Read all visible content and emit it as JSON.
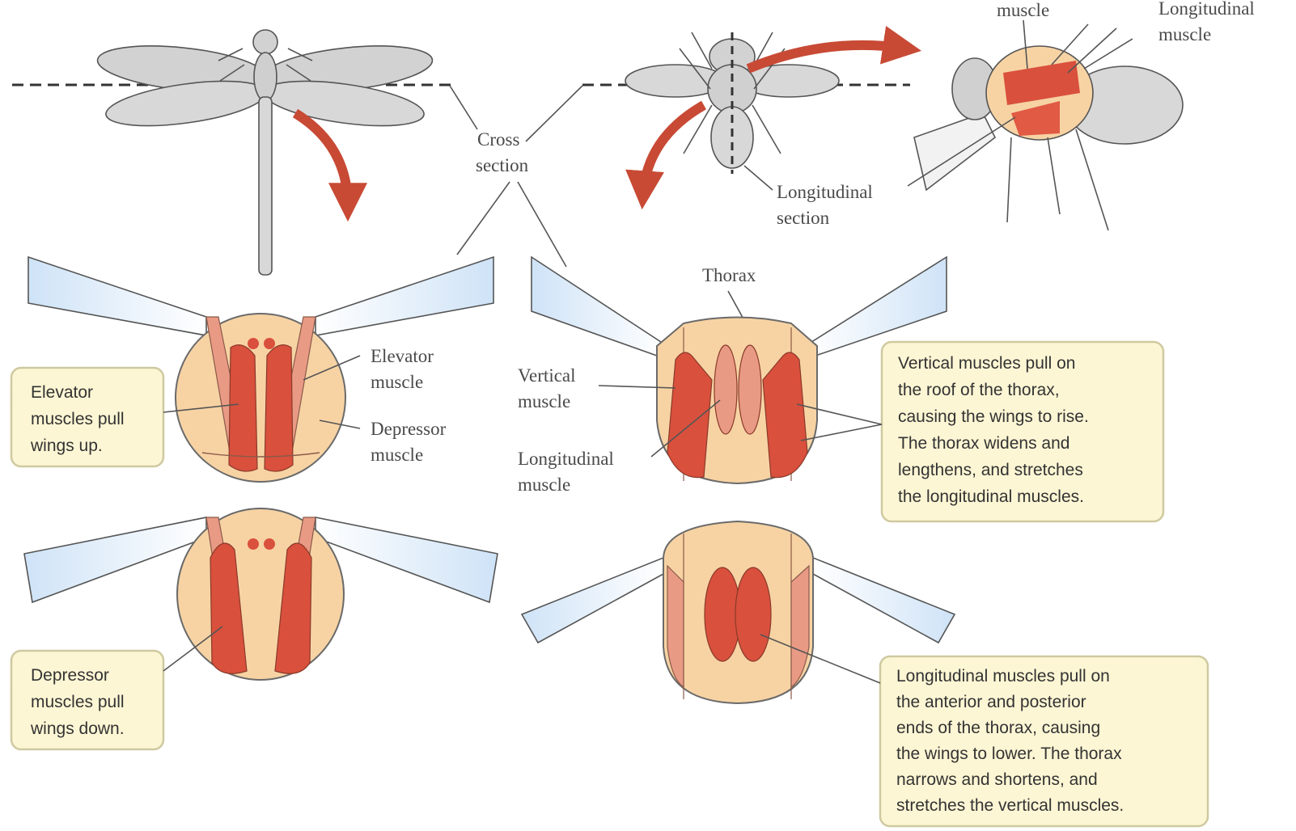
{
  "colors": {
    "muscle": "#d9503d",
    "muscle_light": "#e99a85",
    "body": "#f7d3a4",
    "body_dark": "#eab98b",
    "wing_blue": "#cfe3f7",
    "arrow": "#c84a35",
    "callout_bg": "#fdf6d4",
    "insect_gray": "#d0d0d0"
  },
  "top": {
    "fly_label_left": "muscle",
    "fly_label_right_1": "Longitudinal",
    "fly_label_right_2": "muscle",
    "cross_section_1": "Cross",
    "cross_section_2": "section",
    "longitudinal_section_1": "Longitudinal",
    "longitudinal_section_2": "section"
  },
  "left_panel": {
    "elevator_label_1": "Elevator",
    "elevator_label_2": "muscle",
    "depressor_label_1": "Depressor",
    "depressor_label_2": "muscle",
    "callout_up": [
      "Elevator",
      "muscles pull",
      "wings up."
    ],
    "callout_down": [
      "Depressor",
      "muscles pull",
      "wings down."
    ]
  },
  "right_panel": {
    "thorax_label": "Thorax",
    "vertical_label_1": "Vertical",
    "vertical_label_2": "muscle",
    "longitudinal_label_1": "Longitudinal",
    "longitudinal_label_2": "muscle",
    "callout_rise": [
      "Vertical muscles pull on",
      "the roof of the thorax,",
      "causing the wings to rise.",
      "The thorax widens and",
      "lengthens, and stretches",
      "the longitudinal muscles."
    ],
    "callout_lower": [
      "Longitudinal muscles pull on",
      "the anterior and posterior",
      "ends of the thorax, causing",
      "the wings to lower. The thorax",
      "narrows and shortens, and",
      "stretches the vertical muscles."
    ]
  }
}
